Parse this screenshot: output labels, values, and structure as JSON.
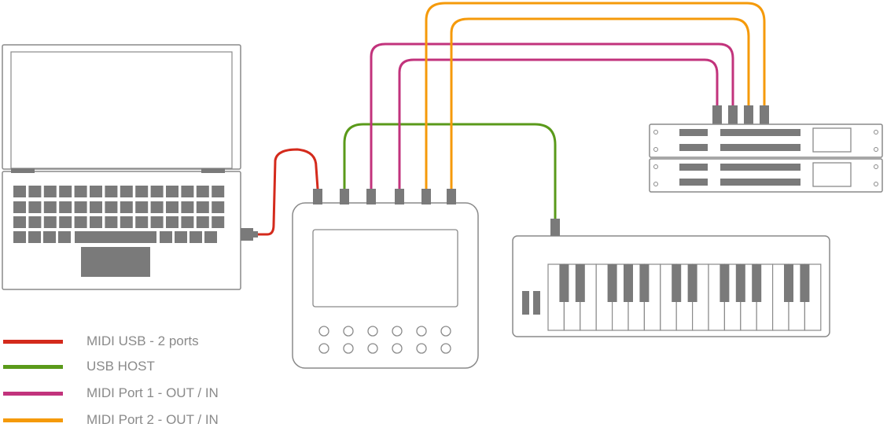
{
  "colors": {
    "usb": "#d42a1c",
    "host": "#5a9a1a",
    "port1": "#c2337c",
    "port2": "#f59a0a",
    "device": "#7a7a7a",
    "outline": "#8a8a8a",
    "label": "#8a8a8a"
  },
  "legend": [
    {
      "label": "MIDI USB - 2 ports",
      "color": "#d42a1c"
    },
    {
      "label": "USB HOST",
      "color": "#5a9a1a"
    },
    {
      "label": "MIDI Port 1 - OUT / IN",
      "color": "#c2337c"
    },
    {
      "label": "MIDI Port 2 - OUT / IN",
      "color": "#f59a0a"
    }
  ],
  "icons": {
    "laptop": "laptop-icon",
    "hub": "midi-hub-device-icon",
    "keyboard": "midi-keyboard-icon",
    "rack": "rack-synth-module-icon"
  }
}
